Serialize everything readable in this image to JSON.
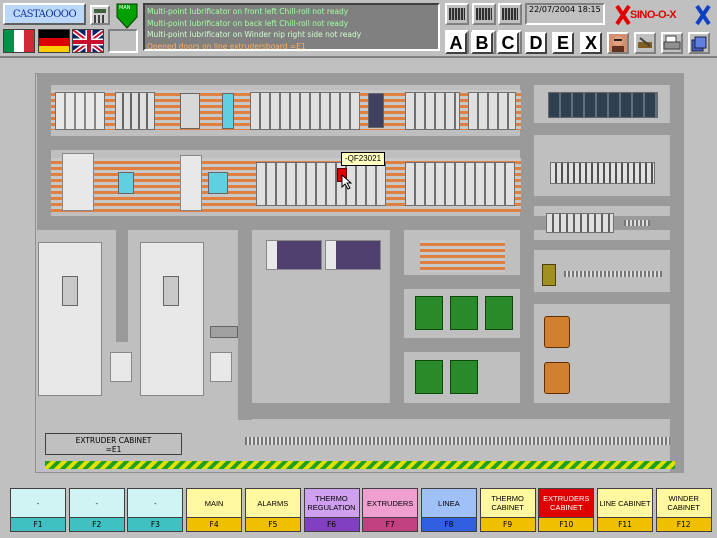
{
  "header": {
    "logo_text": "CASTAOOOO",
    "messages": [
      {
        "text": "Multi-point lubrificator on front left Chill-roll not ready",
        "color": "#a0ffa0"
      },
      {
        "text": "Multi-point lubrificator on back left Chill-roll not ready",
        "color": "#a0ffa0"
      },
      {
        "text": "Multi-point lubrificator on Winder nip right side not ready",
        "color": "#d0ffd0"
      },
      {
        "text": "Opened doors on line extrudersboard =E1",
        "color": "#ffb060"
      }
    ],
    "datetime": "22/07/2004 18:15",
    "brand": "SINO-O-X",
    "man_badge": "MAN",
    "letters": [
      "A",
      "B",
      "C",
      "D",
      "E",
      "X"
    ]
  },
  "diagram": {
    "tooltip": "-QF23021",
    "cabinet_label_line1": "EXTRUDER CABINET",
    "cabinet_label_line2": "=E1"
  },
  "footer": {
    "keys": [
      {
        "label": "-",
        "key": "F1",
        "color": "#d0f4f4",
        "keycolor": "#40c0c0",
        "textcolor": "#000"
      },
      {
        "label": "-",
        "key": "F2",
        "color": "#d0f4f4",
        "keycolor": "#40c0c0",
        "textcolor": "#000"
      },
      {
        "label": "-",
        "key": "F3",
        "color": "#d0f4f4",
        "keycolor": "#40c0c0",
        "textcolor": "#000"
      },
      {
        "label": "MAIN",
        "key": "F4",
        "color": "#fff8a0",
        "keycolor": "#f0c000",
        "textcolor": "#000"
      },
      {
        "label": "ALARMS",
        "key": "F5",
        "color": "#fff8a0",
        "keycolor": "#f0c000",
        "textcolor": "#000"
      },
      {
        "label": "THERMO REGULATION",
        "key": "F6",
        "color": "#d0a0f0",
        "keycolor": "#8040c0",
        "textcolor": "#000"
      },
      {
        "label": "EXTRUDERS",
        "key": "F7",
        "color": "#f0a0d0",
        "keycolor": "#c04080",
        "textcolor": "#000"
      },
      {
        "label": "LINEA",
        "key": "F8",
        "color": "#a0c0f8",
        "keycolor": "#3060e0",
        "textcolor": "#000"
      },
      {
        "label": "THERMO CABINET",
        "key": "F9",
        "color": "#fff8a0",
        "keycolor": "#f0c000",
        "textcolor": "#000"
      },
      {
        "label": "EXTRUDERS CABINET",
        "key": "F10",
        "color": "#e00000",
        "keycolor": "#f0c000",
        "textcolor": "#fff"
      },
      {
        "label": "LINE CABINET",
        "key": "F11",
        "color": "#fff8a0",
        "keycolor": "#f0c000",
        "textcolor": "#000"
      },
      {
        "label": "WINDER CABINET",
        "key": "F12",
        "color": "#fff8a0",
        "keycolor": "#f0c000",
        "textcolor": "#000"
      }
    ]
  }
}
